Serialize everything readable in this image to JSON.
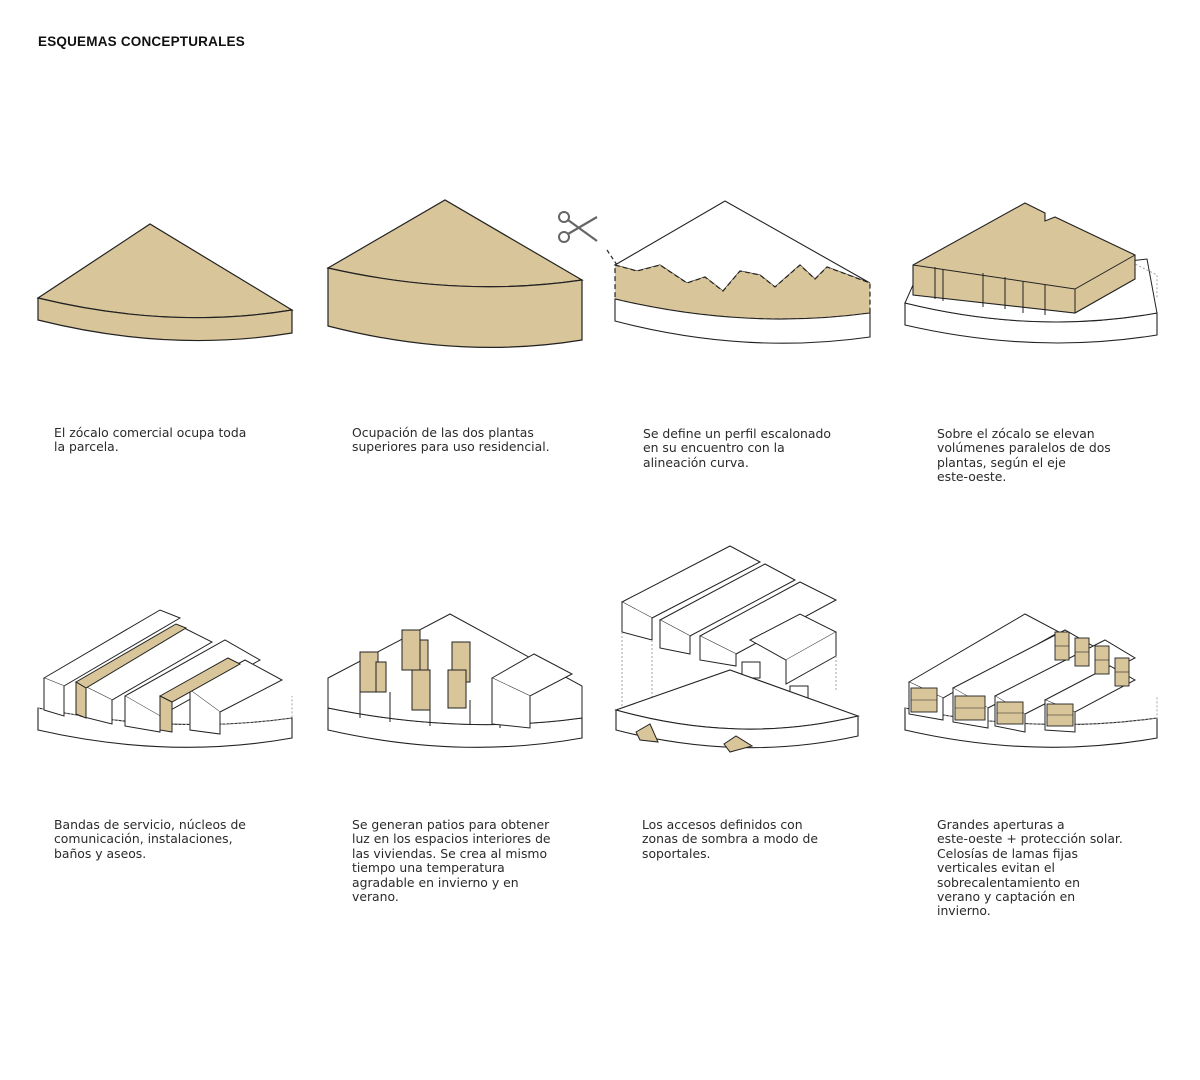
{
  "title": "ESQUEMAS CONCEPTURALES",
  "colors": {
    "tan": "#d9c59a",
    "stroke": "#222222",
    "dotted": "#999999"
  },
  "schemes": [
    {
      "caption": [
        "El zócalo comercial ocupa toda",
        "la parcela."
      ]
    },
    {
      "caption": [
        "Ocupación de las dos plantas",
        "superiores para uso residencial."
      ]
    },
    {
      "caption": [
        "Se define un perfil escalonado",
        "en su encuentro con la",
        "alineación curva."
      ],
      "icon": "scissors-icon"
    },
    {
      "caption": [
        "Sobre el zócalo se elevan",
        "volúmenes paralelos de dos",
        "plantas, según el eje",
        "este-oeste."
      ]
    },
    {
      "caption": [
        "Bandas de servicio, núcleos de",
        "comunicación, instalaciones,",
        "baños y aseos."
      ]
    },
    {
      "caption": [
        "Se generan patios para obtener",
        "luz en los espacios interiores de",
        "las viviendas. Se crea al mismo",
        "tiempo una temperatura",
        "agradable en invierno y en",
        "verano."
      ]
    },
    {
      "caption": [
        "Los accesos definidos con",
        "zonas de sombra a modo de",
        "soportales."
      ]
    },
    {
      "caption": [
        "Grandes aperturas a",
        "este-oeste + protección solar.",
        "Celosías de lamas fijas",
        "verticales evitan el",
        "sobrecalentamiento en",
        "verano y captación en",
        "invierno."
      ]
    }
  ]
}
